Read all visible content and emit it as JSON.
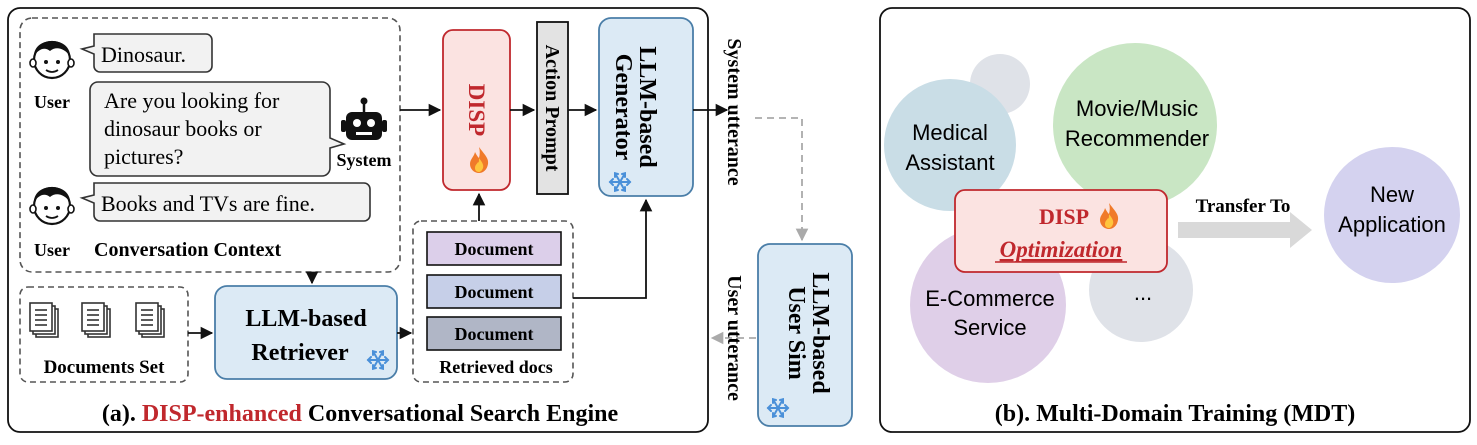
{
  "panel_a": {
    "caption_prefix": "(a).",
    "caption_highlight": "DISP-enhanced",
    "caption_rest": "Conversational Search Engine",
    "conversation": {
      "user_label": "User",
      "system_label": "System",
      "msg1": "Dinosaur.",
      "msg2_lines": [
        "Are you looking for",
        "dinosaur books or",
        "pictures?"
      ],
      "msg3": "Books and TVs are fine.",
      "user_label_2": "User",
      "context_label": "Conversation Context"
    },
    "disp_label": "DISP",
    "action_prompt": "Action Prompt",
    "generator_lines": [
      "LLM-based",
      "Generator"
    ],
    "system_utterance": "System utterance",
    "user_utterance": "User utterance",
    "user_sim_lines": [
      "LLM-based",
      "User Sim"
    ],
    "documents_set": "Documents Set",
    "retriever_lines": [
      "LLM-based",
      "Retriever"
    ],
    "documents": [
      "Document",
      "Document",
      "Document"
    ],
    "retrieved_docs": "Retrieved docs"
  },
  "panel_b": {
    "caption": "(b). Multi-Domain Training (MDT)",
    "medical_lines": [
      "Medical",
      "Assistant"
    ],
    "movie_lines": [
      "Movie/Music",
      "Recommender"
    ],
    "ecommerce_lines": [
      "E-Commerce",
      "Service"
    ],
    "ellipsis": "...",
    "disp_title": "DISP",
    "optimization": "Optimization",
    "transfer": "Transfer To",
    "new_app_lines": [
      "New",
      "Application"
    ]
  },
  "colors": {
    "disp_red": "#c0282d",
    "disp_fill": "#fbe3e1",
    "blue_box_fill": "#dceaf5",
    "blue_box_stroke": "#4a7ea8",
    "doc_colors": [
      "#dccfea",
      "#c6cfe8",
      "#b0b6c6"
    ],
    "medical": "#c9dde6",
    "movie": "#c9e6c4",
    "ecommerce": "#dfcfe8",
    "new_app": "#d4d2ef",
    "small_grey": "#dfe2e8"
  },
  "icons": {
    "user": "user-face-icon",
    "system": "robot-icon",
    "fire": "fire-icon",
    "snow": "snowflake-icon",
    "doc": "document-stack-icon"
  }
}
